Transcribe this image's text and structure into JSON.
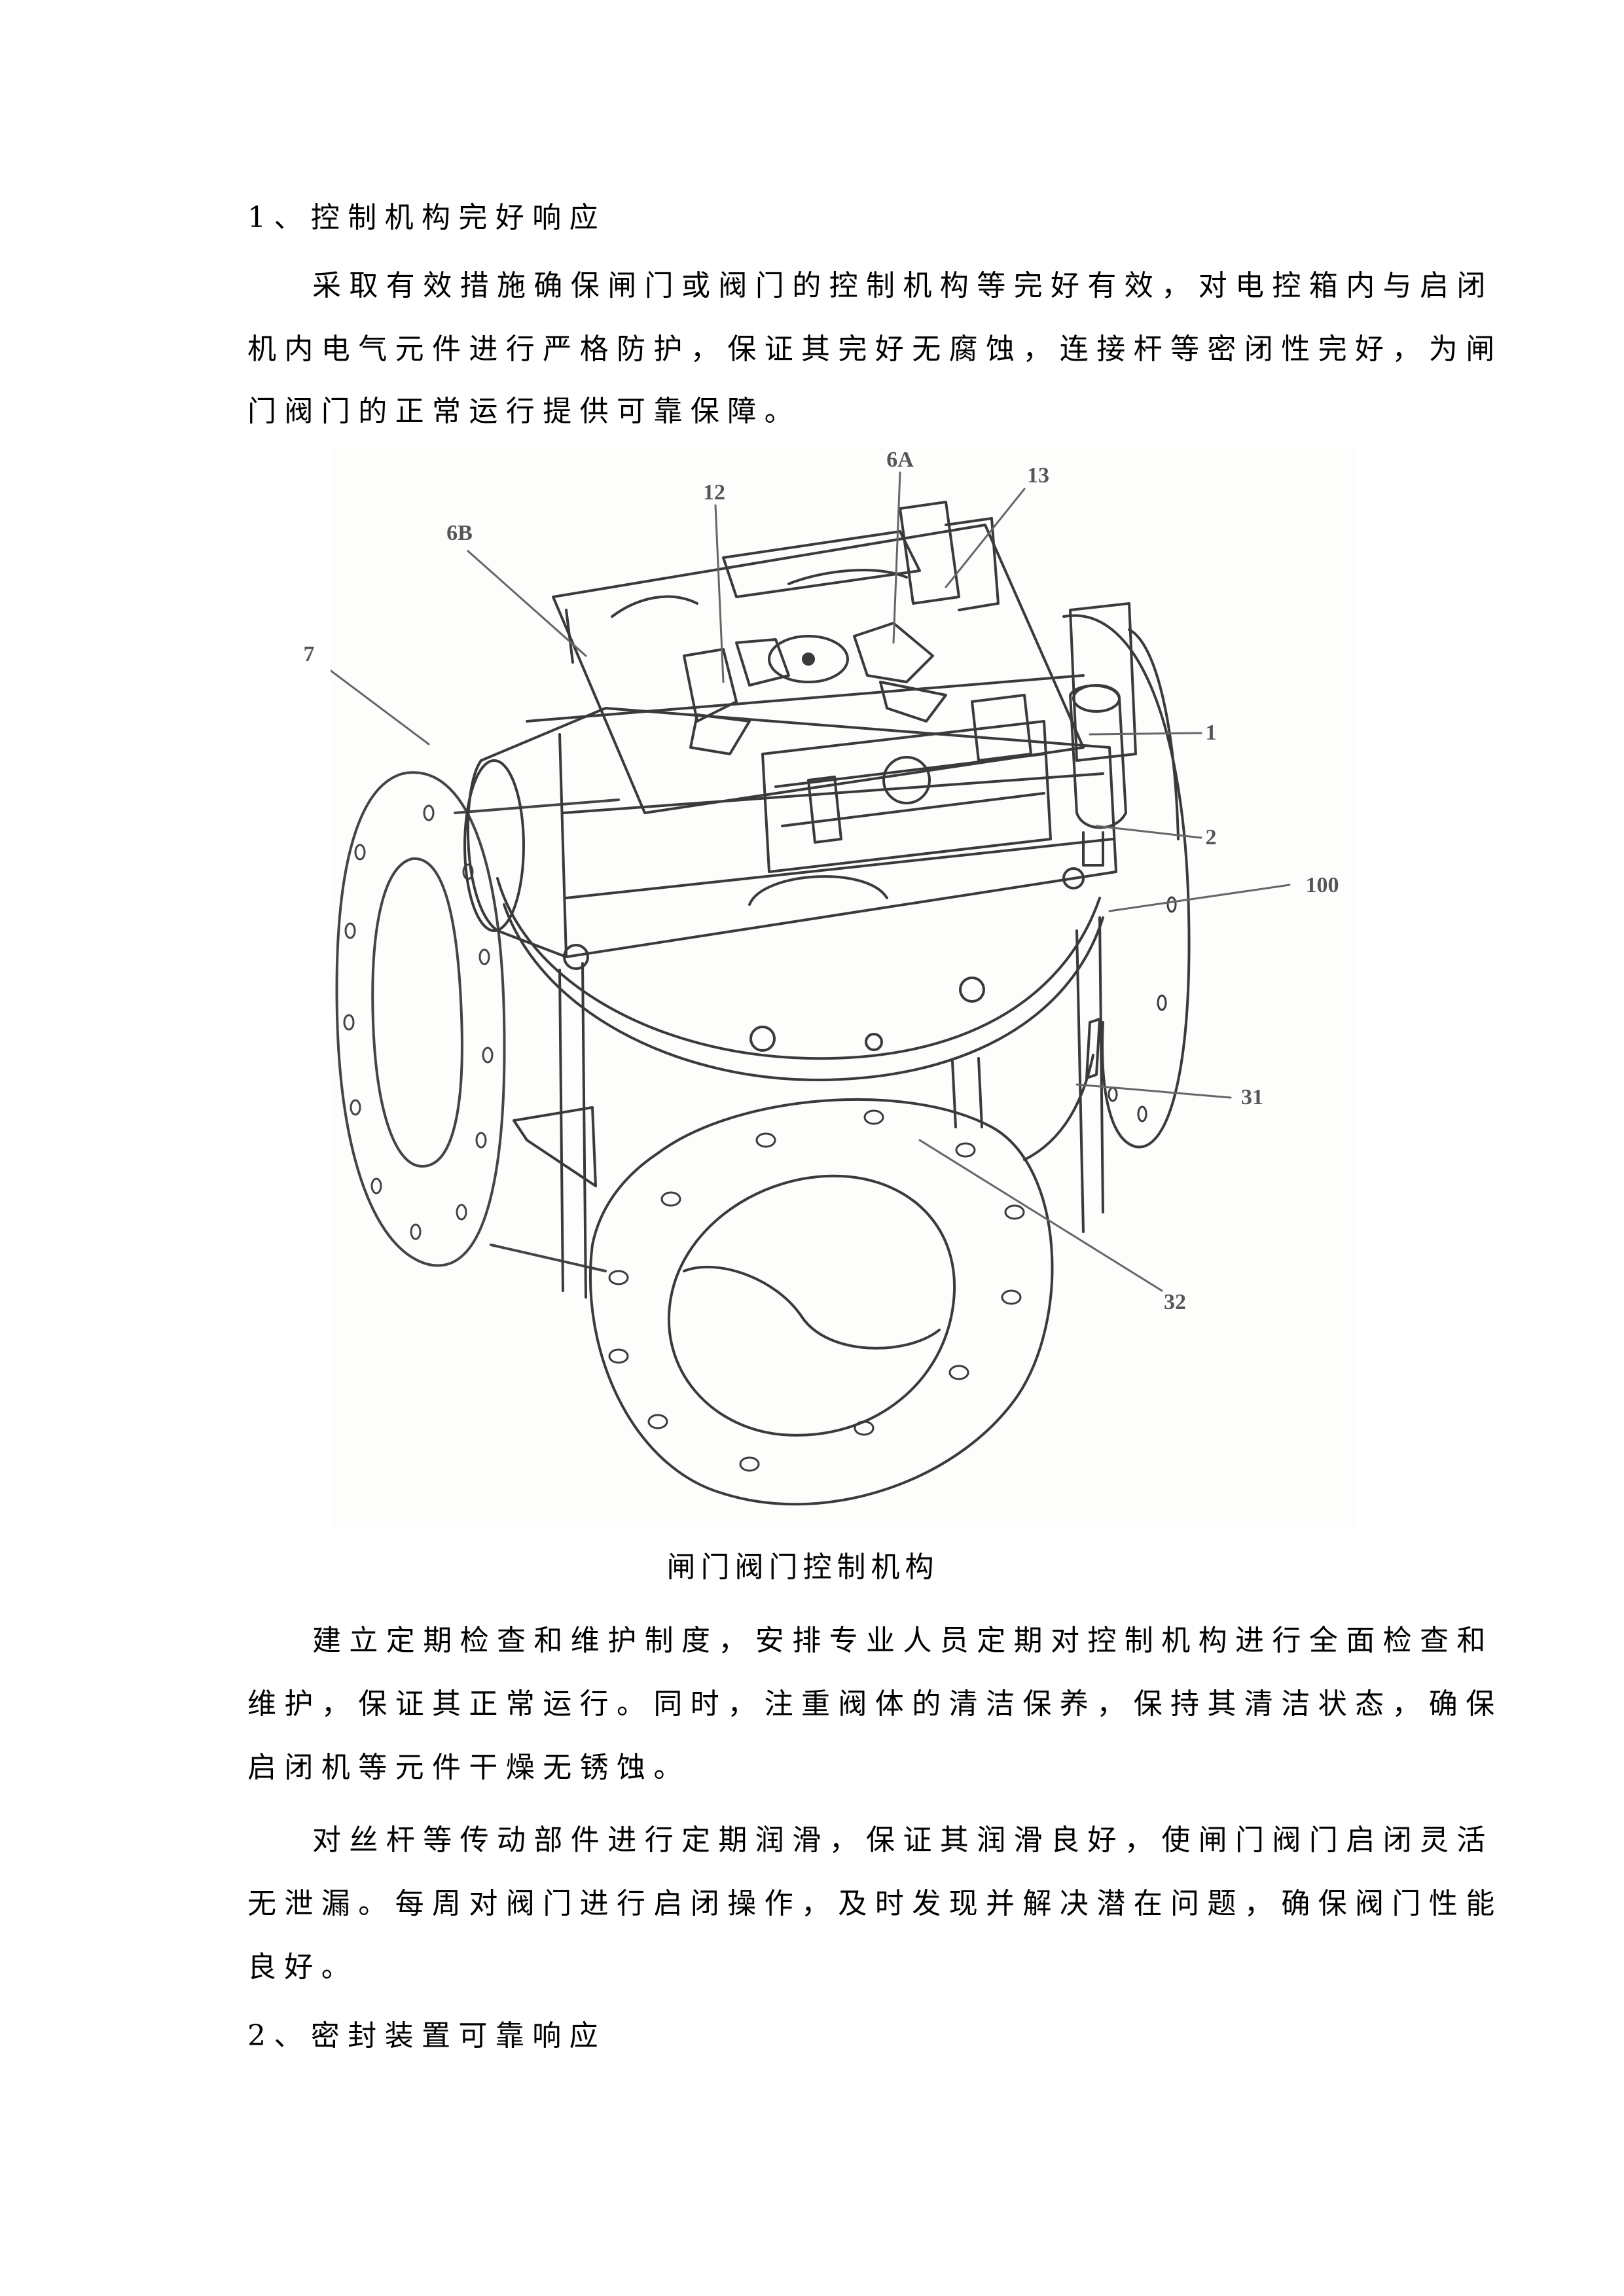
{
  "section1": {
    "heading": "1、控制机构完好响应",
    "paragraph1_lines": [
      "采取有效措施确保闸门或阀门的控制机构等完好有效，对电控箱内与启闭",
      "机内电气元件进行严格防护，保证其完好无腐蚀，连接杆等密闭性完好，为闸",
      "门阀门的正常运行提供可靠保障。"
    ],
    "figure": {
      "caption": "闸门阀门控制机构",
      "callouts": [
        {
          "label": "6A"
        },
        {
          "label": "13"
        },
        {
          "label": "12"
        },
        {
          "label": "6B"
        },
        {
          "label": "7"
        },
        {
          "label": "1"
        },
        {
          "label": "2"
        },
        {
          "label": "100"
        },
        {
          "label": "31"
        },
        {
          "label": "32"
        }
      ]
    },
    "paragraph2_lines": [
      "建立定期检查和维护制度，安排专业人员定期对控制机构进行全面检查和",
      "维护，保证其正常运行。同时，注重阀体的清洁保养，保持其清洁状态，确保",
      "启闭机等元件干燥无锈蚀。"
    ],
    "paragraph3_lines": [
      "对丝杆等传动部件进行定期润滑，保证其润滑良好，使闸门阀门启闭灵活",
      "无泄漏。每周对阀门进行启闭操作，及时发现并解决潜在问题，确保阀门性能",
      "良好。"
    ]
  },
  "section2": {
    "heading": "2、密封装置可靠响应"
  }
}
